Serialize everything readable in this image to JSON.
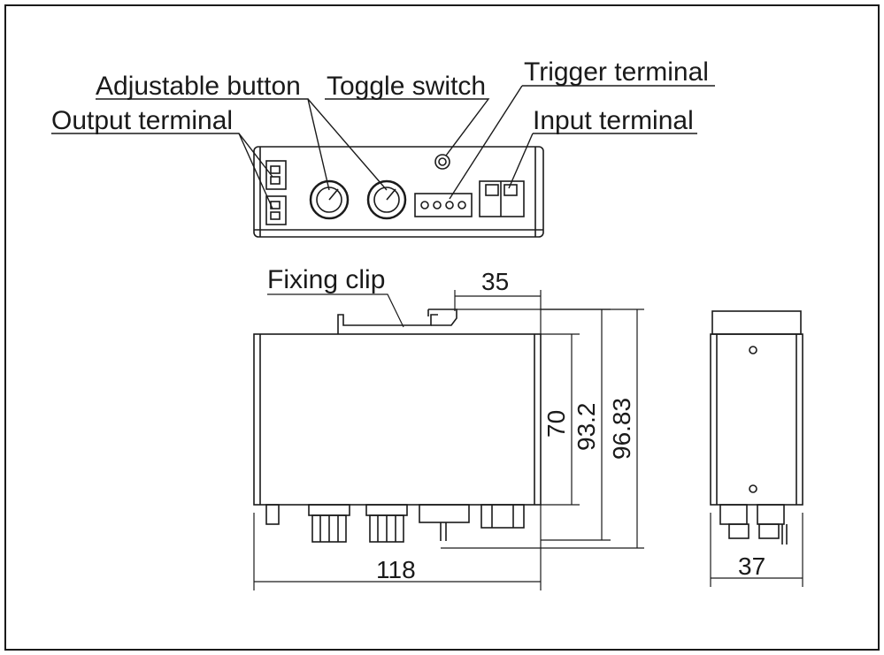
{
  "labels": {
    "adjustable_button": "Adjustable button",
    "toggle_switch": "Toggle switch",
    "trigger_terminal": "Trigger terminal",
    "output_terminal": "Output terminal",
    "input_terminal": "Input terminal",
    "fixing_clip": "Fixing clip"
  },
  "dimensions": {
    "clip_offset": "35",
    "body_height": "70",
    "height_with_clip": "93.2",
    "overall_height": "96.83",
    "width": "118",
    "depth": "37"
  },
  "colors": {
    "line": "#1a1a1a",
    "background": "#ffffff"
  }
}
